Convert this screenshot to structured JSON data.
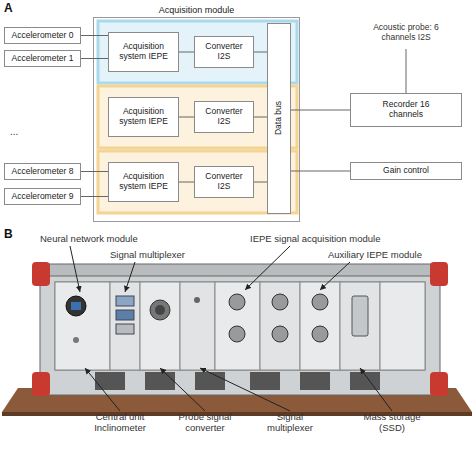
{
  "diagram": {
    "nodes": [
      {
        "text": [
          "Accelerometer 0"
        ]
      },
      {
        "text": [
          "Accelerometer 1"
        ]
      },
      {
        "text": [
          "Accelerometer 8"
        ]
      },
      {
        "text": [
          "Accelerometer 9"
        ]
      },
      {
        "text": [
          "Acquisition module"
        ]
      },
      {
        "text": [
          "Acquisition system IEPE"
        ],
        "in": 4
      },
      {
        "text": [
          "Converter I2S"
        ],
        "in": 4
      },
      {
        "text": [
          "Acquisition system IEPE"
        ],
        "in": 4
      },
      {
        "text": [
          "Converter I2S"
        ],
        "in": 4
      },
      {
        "text": [
          "Acquisition system IEPE"
        ],
        "in": 4
      },
      {
        "text": [
          "Converter I2S"
        ],
        "in": 4
      },
      {
        "text": [
          "Data bus"
        ],
        "in": 4
      },
      {
        "text": [
          "Recorder 16 channels"
        ]
      },
      {
        "text": [
          "Gain control"
        ]
      }
    ],
    "edges": [
      {
        "from": 0,
        "to": 5,
        "arrow": "none"
      },
      {
        "from": 1,
        "to": 5,
        "arrow": "none"
      },
      {
        "from": 2,
        "to": 9,
        "arrow": "none"
      },
      {
        "from": 3,
        "to": 9,
        "arrow": "none"
      },
      {
        "from": 5,
        "to": 6,
        "arrow": "none"
      },
      {
        "from": 7,
        "to": 8,
        "arrow": "none"
      },
      {
        "from": 9,
        "to": 10,
        "arrow": "none"
      },
      {
        "from": 6,
        "to": 11,
        "arrow": "none"
      },
      {
        "from": 8,
        "to": 11,
        "arrow": "none"
      },
      {
        "from": 10,
        "to": 11,
        "arrow": "none"
      },
      {
        "from": 11,
        "to": 12,
        "arrow": "none"
      },
      {
        "from": 11,
        "to": 13,
        "arrow": "none"
      }
    ],
    "labels": [
      "A",
      "...",
      "Acoustic probe: 6 channels I2S",
      "B",
      "Neural network module",
      "Signal multiplexer",
      "IEPE signal acquisition module",
      "Auxiliary IEPE module",
      "Central unit Inclinometer",
      "Probe signal converter",
      "Signal multiplexer",
      "Mass storage (SSD)"
    ]
  }
}
